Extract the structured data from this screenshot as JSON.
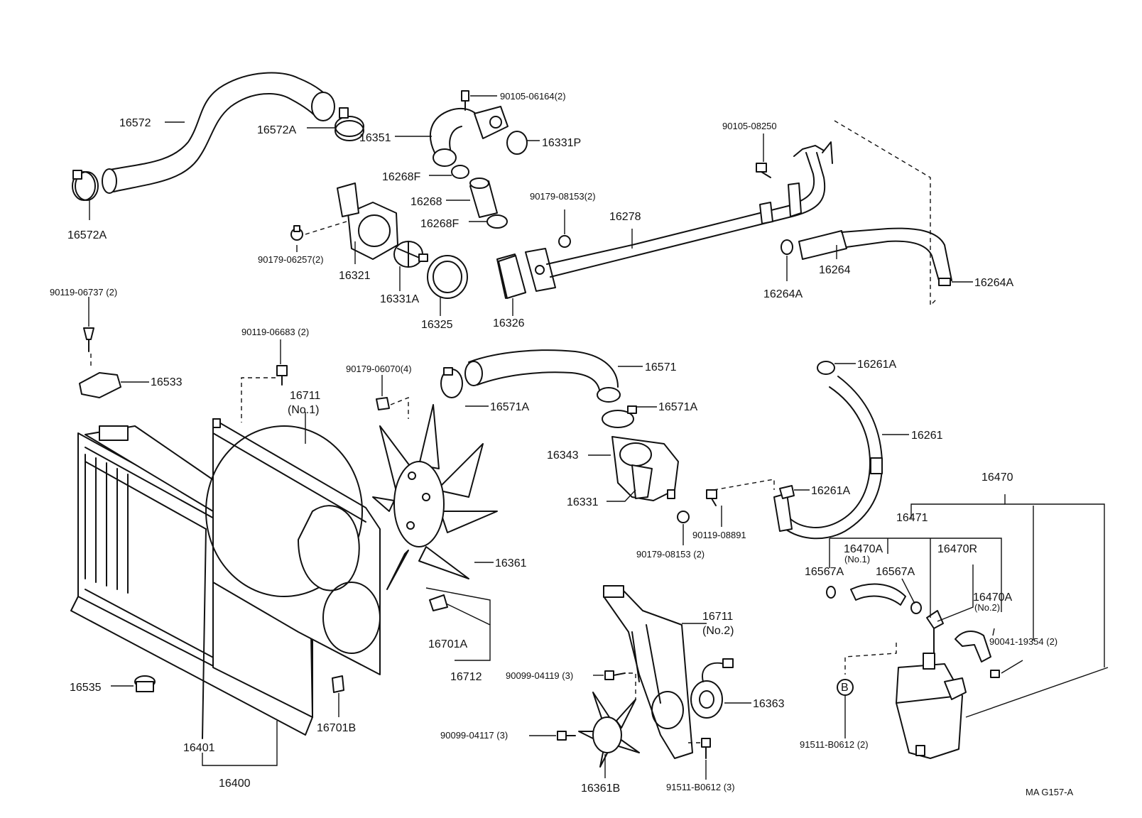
{
  "callouts": {
    "p16572": "16572",
    "p16572A_top": "16572A",
    "p16572A_left": "16572A",
    "p16351": "16351",
    "p90105_06164": "90105-06164(2)",
    "p16331P": "16331P",
    "p16268F_a": "16268F",
    "p16268": "16268",
    "p16268F_b": "16268F",
    "p90179_06257": "90179-06257(2)",
    "p16321": "16321",
    "p16331A": "16331A",
    "p16325": "16325",
    "p16326": "16326",
    "p90179_08153_top": "90179-08153(2)",
    "p16278": "16278",
    "p90105_08250": "90105-08250",
    "p16264A_left": "16264A",
    "p16264": "16264",
    "p16264A_right": "16264A",
    "p90119_06737": "90119-06737 (2)",
    "p16533": "16533",
    "p90119_06683": "90119-06683 (2)",
    "p16711_no1": "16711",
    "p16711_no1_sub": "(No.1)",
    "p90179_06070": "90179-06070(4)",
    "p16571": "16571",
    "p16571A_left": "16571A",
    "p16571A_right": "16571A",
    "p16343": "16343",
    "p16331": "16331",
    "p16261A_top": "16261A",
    "p16261": "16261",
    "p16261A_mid": "16261A",
    "p90119_08891": "90119-08891",
    "p90179_08153_low": "90179-08153 (2)",
    "p16361": "16361",
    "p16701A": "16701A",
    "p16712": "16712",
    "p16711_no2": "16711",
    "p16711_no2_sub": "(No.2)",
    "p90099_04119": "90099-04119 (3)",
    "p16363": "16363",
    "p90099_04117": "90099-04117 (3)",
    "p16361B": "16361B",
    "p91511_B0612_3": "91511-B0612 (3)",
    "p16535": "16535",
    "p16701B": "16701B",
    "p16401": "16401",
    "p16400": "16400",
    "p16470": "16470",
    "p16471": "16471",
    "p16470A_no1": "16470A",
    "p16470A_no1_sub": "(No.1)",
    "p16470R": "16470R",
    "p16567A_left": "16567A",
    "p16567A_right": "16567A",
    "p16470A_no2": "16470A",
    "p16470A_no2_sub": "(No.2)",
    "p90041_19354": "90041-19354 (2)",
    "p91511_B0612_2": "91511-B0612 (2)",
    "marker_b": "B"
  },
  "footer": {
    "code": "MA G157-A"
  }
}
